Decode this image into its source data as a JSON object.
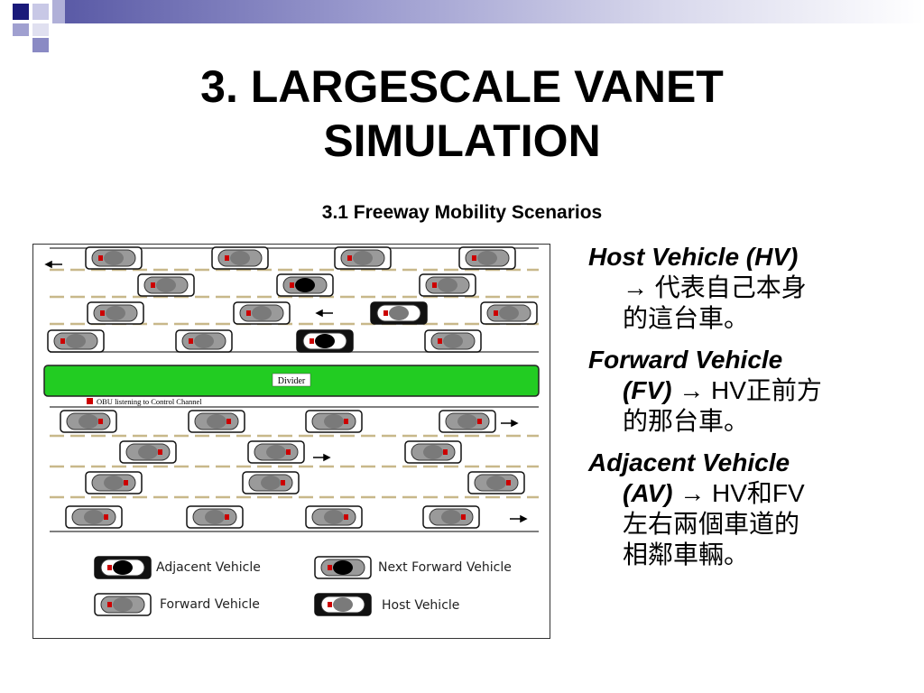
{
  "slide": {
    "title_line1": "3. LARGESCALE VANET",
    "title_line2": "SIMULATION",
    "subtitle": "3.1 Freeway Mobility Scenarios"
  },
  "figure": {
    "divider_label": "Divider",
    "obu_label": "OBU listening to Control Channel",
    "legend": {
      "adjacent": "Adjacent Vehicle",
      "next_forward": "Next Forward Vehicle",
      "forward": "Forward Vehicle",
      "host": "Host Vehicle"
    },
    "colors": {
      "divider": "#22cc22",
      "lane_mark": "#c8b88a",
      "obu": "#cc0000"
    }
  },
  "definitions": [
    {
      "term": "Host Vehicle (HV)",
      "arrow": "→",
      "desc_a": " 代表自己本身",
      "desc_b": "的這台車。"
    },
    {
      "term_a": "Forward Vehicle",
      "term_b": "(FV)",
      "arrow": "→",
      "desc_a": " HV正前方",
      "desc_b": "的那台車。"
    },
    {
      "term_a": "Adjacent Vehicle",
      "term_b": "(AV)",
      "arrow": "→",
      "desc_a": " HV和FV",
      "desc_b": "左右兩個車道的",
      "desc_c": "相鄰車輛。"
    }
  ]
}
